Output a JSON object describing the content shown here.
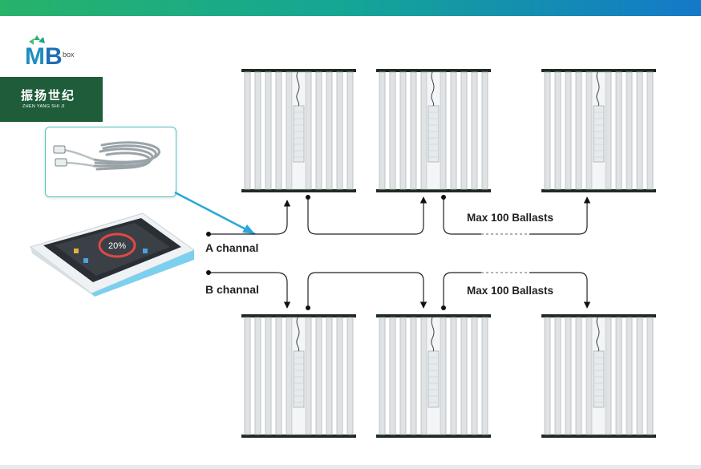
{
  "brand": {
    "logo_letters": "MB",
    "logo_suffix": "box",
    "name_cn": "振扬世纪",
    "name_en": "ZHEN YANG SHI JI"
  },
  "controller": {
    "screen_percent": "20%"
  },
  "channels": {
    "a_label": "A channal",
    "b_label": "B channal"
  },
  "annotations": {
    "max_a": "Max 100 Ballasts",
    "max_b": "Max 100 Ballasts"
  },
  "colors": {
    "top_bar_start": "#27b36a",
    "top_bar_end": "#1479c9",
    "brand_green": "#1e5c3a",
    "card_border": "#4fc6c6",
    "arrow": "#2aa6d8"
  },
  "icons": [
    "mb-logo-icon",
    "network-cable-icon",
    "controller-tablet-icon",
    "grow-light-fixture-icon"
  ]
}
